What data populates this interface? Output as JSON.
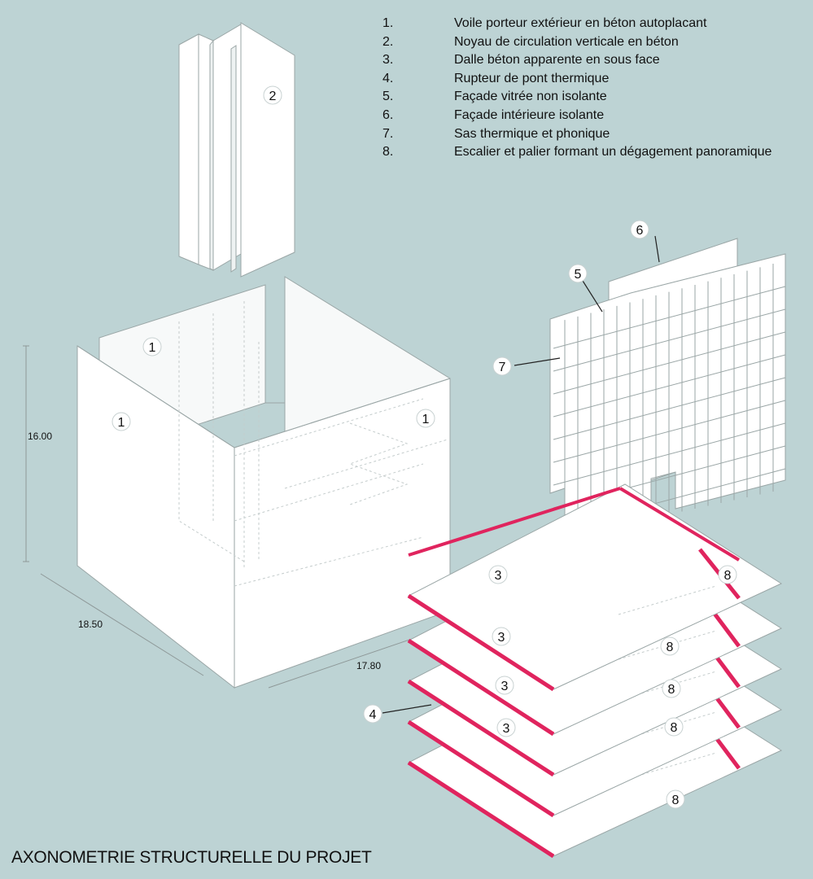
{
  "legend": [
    {
      "num": "1.",
      "text": "Voile porteur extérieur en béton autoplacant"
    },
    {
      "num": "2.",
      "text": "Noyau de circulation verticale en béton"
    },
    {
      "num": "3.",
      "text": "Dalle béton apparente en sous face"
    },
    {
      "num": "4.",
      "text": "Rupteur de pont thermique"
    },
    {
      "num": "5.",
      "text": "Façade vitrée non isolante"
    },
    {
      "num": "6.",
      "text": "Façade intérieure isolante"
    },
    {
      "num": "7.",
      "text": "Sas thermique et phonique"
    },
    {
      "num": "8.",
      "text": "Escalier et palier formant un dégagement panoramique"
    }
  ],
  "dimensions": {
    "height": "16.00",
    "width": "18.50",
    "depth": "17.80"
  },
  "callouts": {
    "one": "1",
    "two": "2",
    "three": "3",
    "four": "4",
    "five": "5",
    "six": "6",
    "seven": "7",
    "eight": "8"
  },
  "caption": "AXONOMETRIE STRUCTURELLE DU PROJET",
  "colors": {
    "background": "#bdd3d4",
    "accent": "#e0245e",
    "surface": "#ffffff",
    "line": "#9aa6a6"
  }
}
